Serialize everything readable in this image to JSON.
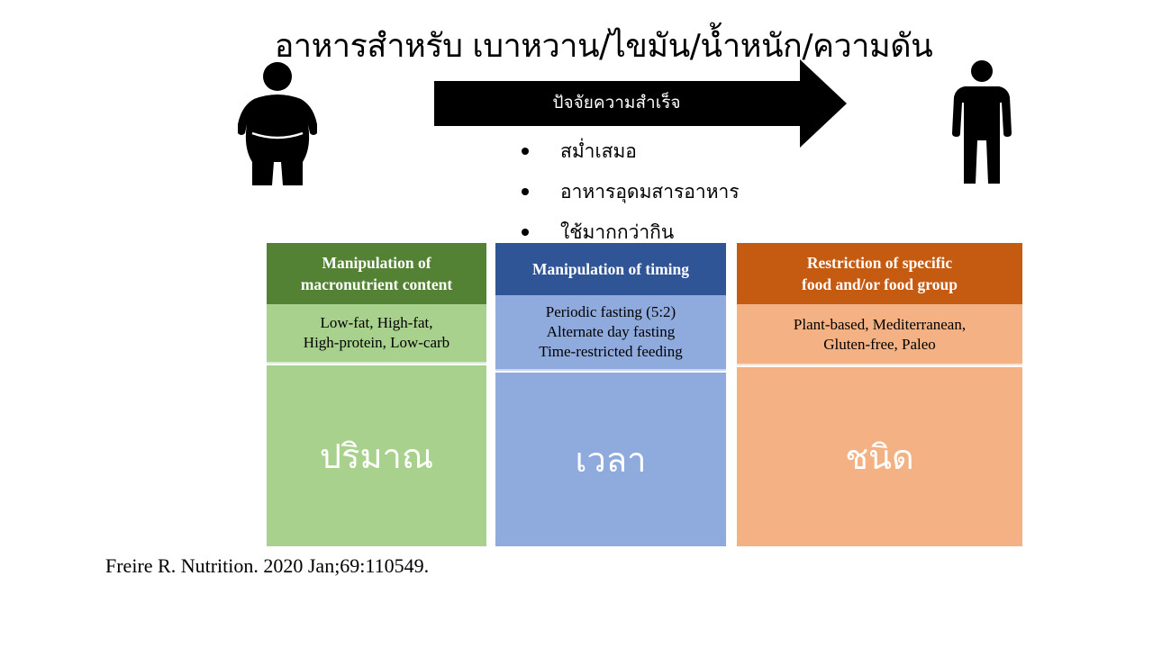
{
  "title": "อาหารสำหรับ เบาหวาน/ไขมัน/น้ำหนัก/ความดัน",
  "arrow": {
    "label": "ปัจจัยความสำเร็จ"
  },
  "factors": [
    "สม่ำเสมอ",
    "อาหารอุดมสารอาหาร",
    "ใช้มากกว่ากิน"
  ],
  "columns": {
    "amount": {
      "header_line1": "Manipulation of",
      "header_line2": "macronutrient content",
      "detail_line1": "Low-fat, High-fat,",
      "detail_line2": "High-protein, Low-carb",
      "label": "ปริมาณ",
      "colors": {
        "header": "#548235",
        "body": "#a9d18e"
      }
    },
    "time": {
      "header_line1": "Manipulation of timing",
      "detail_line1": "Periodic fasting (5:2)",
      "detail_line2": "Alternate day fasting",
      "detail_line3": "Time-restricted feeding",
      "label": "เวลา",
      "colors": {
        "header": "#2f5597",
        "body": "#8faadc"
      }
    },
    "type": {
      "header_line1": "Restriction of specific",
      "header_line2": "food and/or food group",
      "detail_line1": "Plant-based, Mediterranean,",
      "detail_line2": "Gluten-free, Paleo",
      "label": "ชนิด",
      "colors": {
        "header": "#c55a11",
        "body": "#f4b183"
      }
    }
  },
  "citation": "Freire R. Nutrition. 2020 Jan;69:110549.",
  "icons": {
    "left": "overweight-person-icon",
    "right": "slim-person-icon",
    "arrow": "right-arrow-icon"
  }
}
